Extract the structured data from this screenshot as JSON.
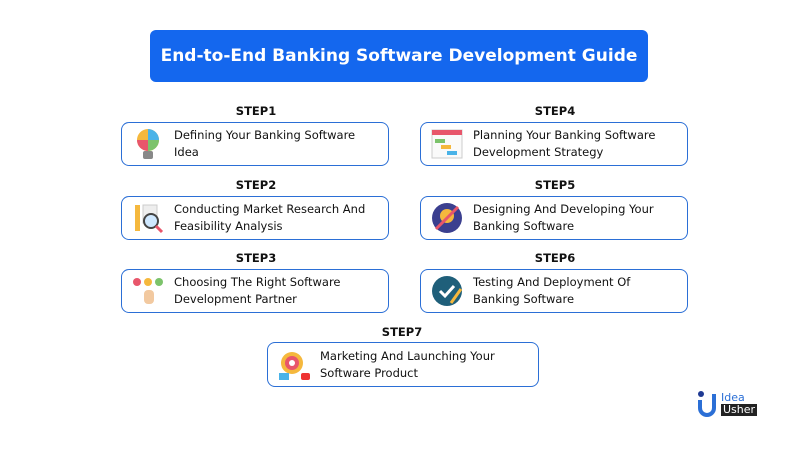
{
  "title": "End-to-End Banking Software Development Guide",
  "steps": [
    {
      "label": "STEP1",
      "text": "Defining Your Banking Software Idea",
      "icon": "lightbulb-puzzle-icon"
    },
    {
      "label": "STEP2",
      "text": "Conducting Market Research And Feasibility Analysis",
      "icon": "research-magnifier-icon"
    },
    {
      "label": "STEP3",
      "text": "Choosing The Right Software Development Partner",
      "icon": "hand-selection-icon"
    },
    {
      "label": "STEP4",
      "text": "Planning Your Banking Software Development Strategy",
      "icon": "gantt-chart-icon"
    },
    {
      "label": "STEP5",
      "text": "Designing And Developing Your Banking Software",
      "icon": "design-idea-icon"
    },
    {
      "label": "STEP6",
      "text": "Testing And Deployment Of Banking Software",
      "icon": "checklist-pen-icon"
    },
    {
      "label": "STEP7",
      "text": "Marketing And Launching Your Software Product",
      "icon": "target-marketing-icon"
    }
  ],
  "logo": {
    "line1": "Idea",
    "line2": "Usher"
  }
}
